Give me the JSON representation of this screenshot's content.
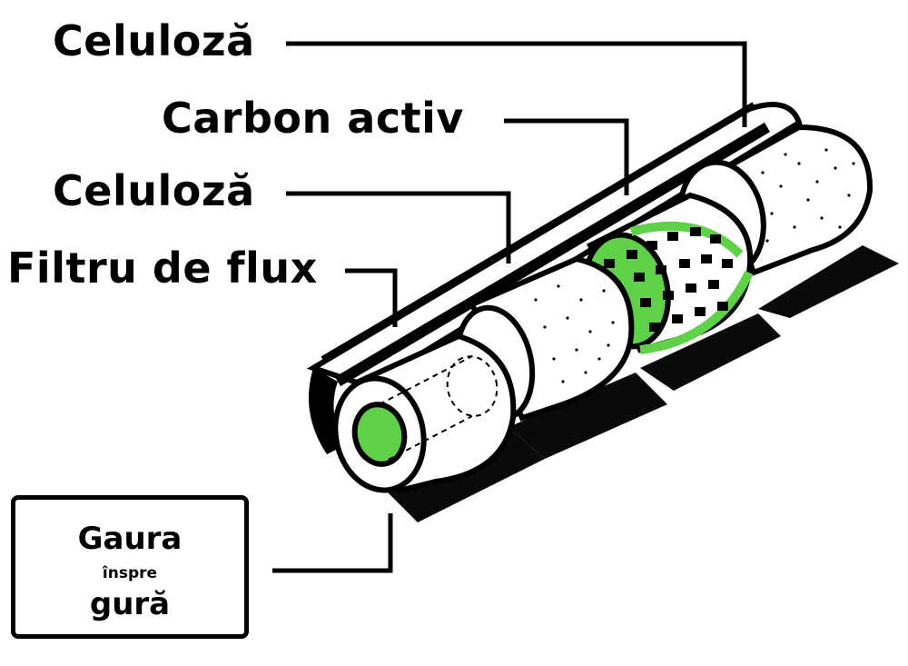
{
  "labels": {
    "cellulose_top": "Celuloză",
    "activated_carbon": "Carbon activ",
    "cellulose_middle": "Celuloză",
    "flow_filter": "Filtru de flux"
  },
  "mouth_box": {
    "line1": "Gaura",
    "line2": "înspre",
    "line3": "gură"
  },
  "colors": {
    "accent_green": "#5fd148",
    "outline": "#000000",
    "background": "#ffffff",
    "dark_shadow": "#0a0a0a"
  },
  "icons": [
    "cigarette-filter-cutaway-illustration"
  ]
}
